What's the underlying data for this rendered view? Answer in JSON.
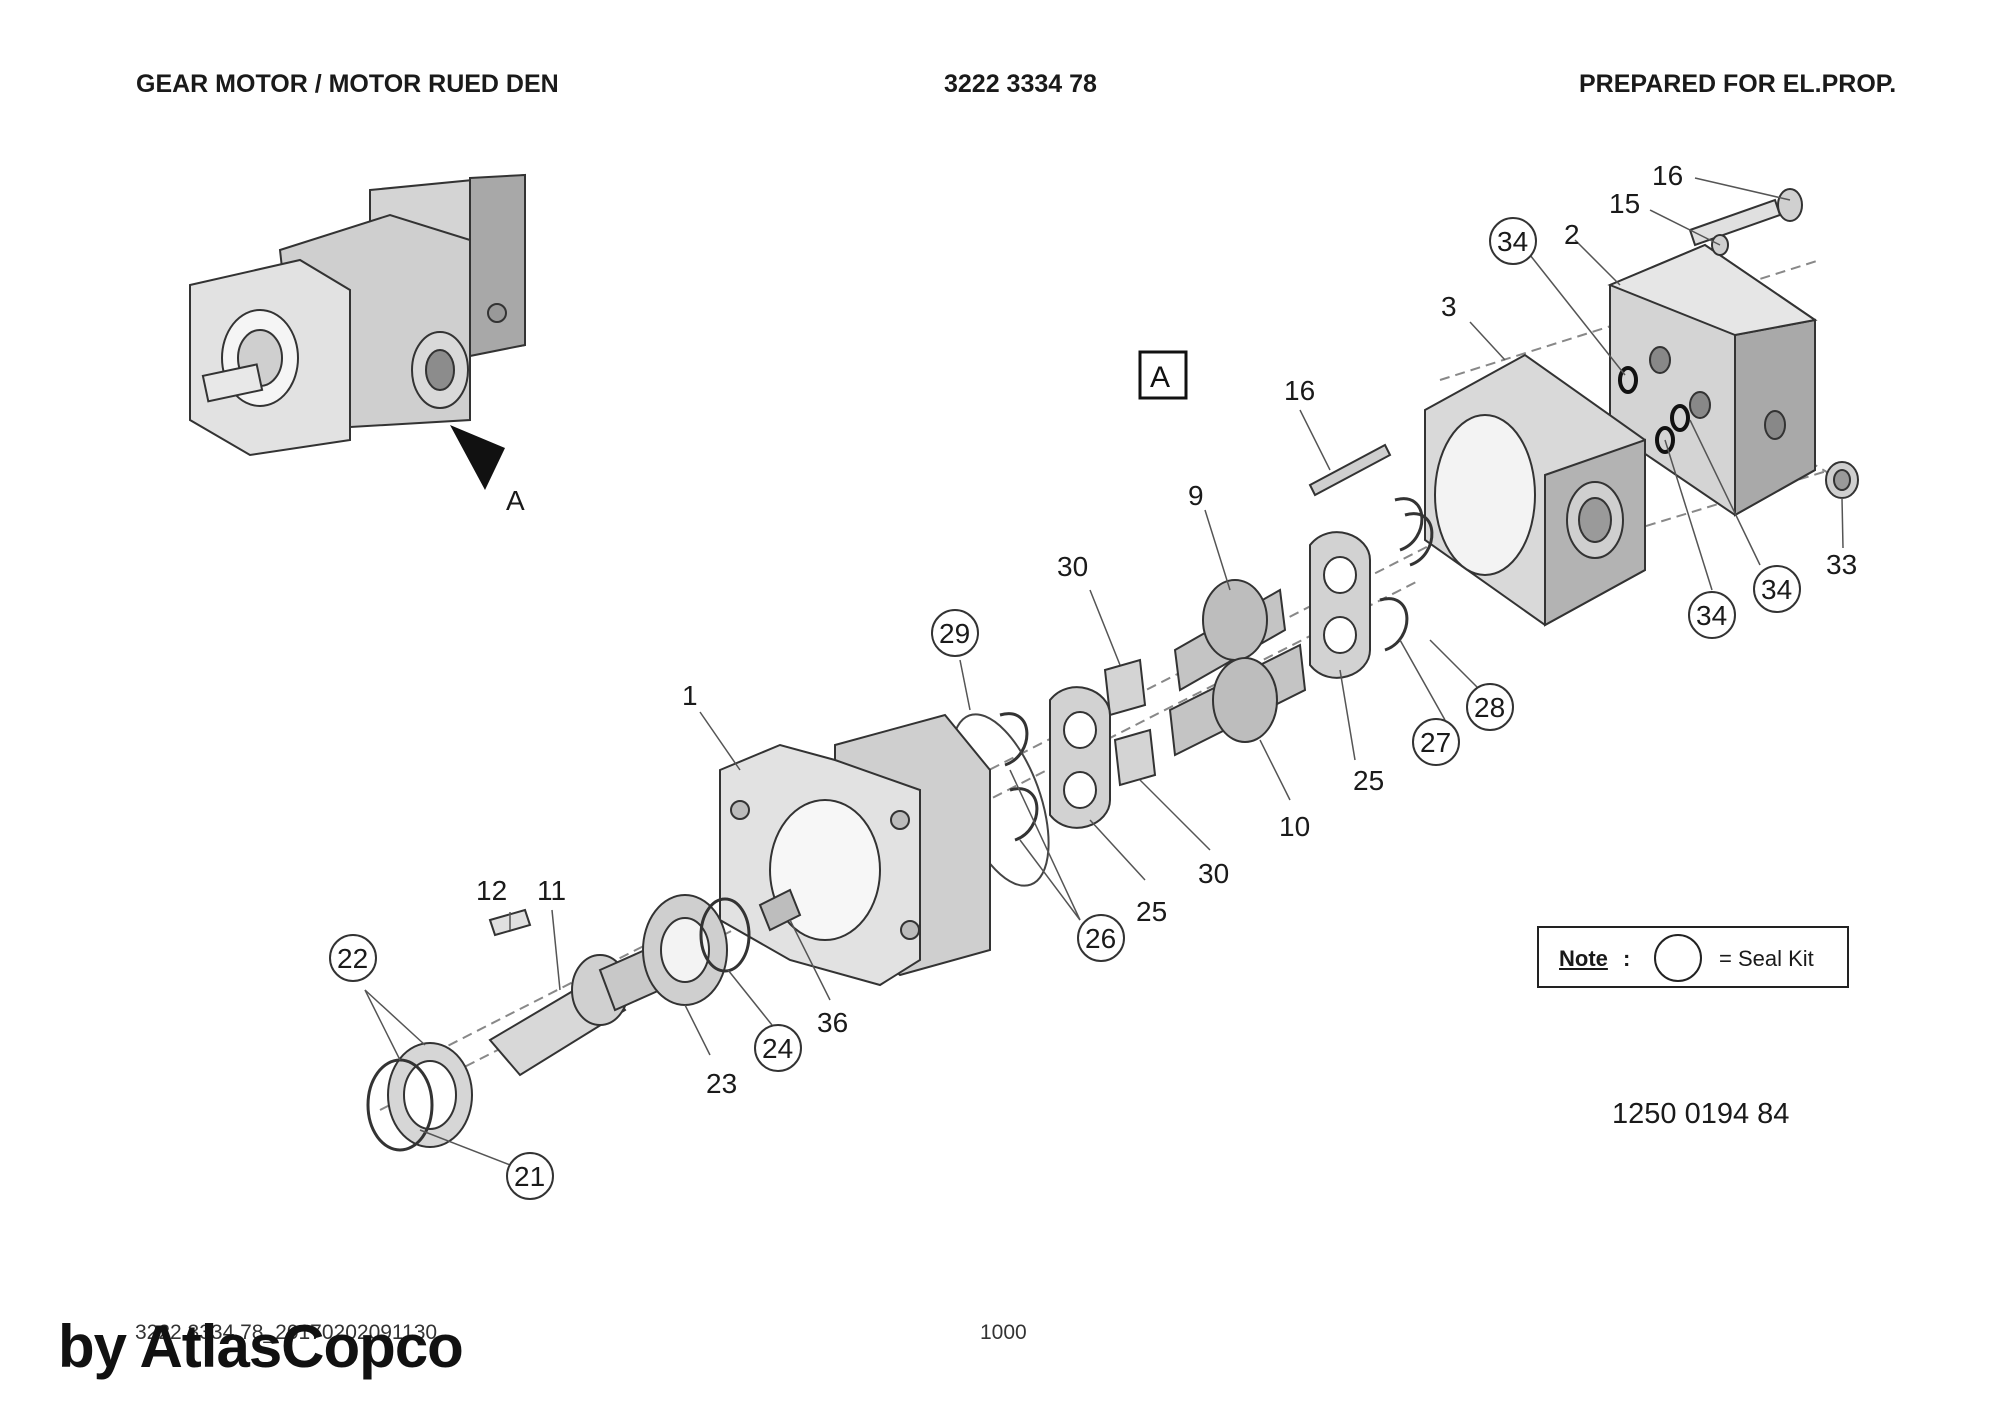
{
  "header": {
    "title": "GEAR MOTOR / MOTOR RUED DEN",
    "part_number": "3222 3334 78",
    "prepared_for": "PREPARED FOR EL.PROP."
  },
  "view_label": "A",
  "arrow_label": "A",
  "callouts": [
    {
      "id": "c16a",
      "label": "16",
      "circled": false
    },
    {
      "id": "c15",
      "label": "15",
      "circled": false
    },
    {
      "id": "c34a",
      "label": "34",
      "circled": true
    },
    {
      "id": "c2",
      "label": "2",
      "circled": false
    },
    {
      "id": "c3",
      "label": "3",
      "circled": false
    },
    {
      "id": "c16b",
      "label": "16",
      "circled": false
    },
    {
      "id": "c9",
      "label": "9",
      "circled": false
    },
    {
      "id": "c30a",
      "label": "30",
      "circled": false
    },
    {
      "id": "c29",
      "label": "29",
      "circled": true
    },
    {
      "id": "c1",
      "label": "1",
      "circled": false
    },
    {
      "id": "c33",
      "label": "33",
      "circled": false
    },
    {
      "id": "c34b",
      "label": "34",
      "circled": true
    },
    {
      "id": "c34c",
      "label": "34",
      "circled": true
    },
    {
      "id": "c28",
      "label": "28",
      "circled": true
    },
    {
      "id": "c27",
      "label": "27",
      "circled": true
    },
    {
      "id": "c25a",
      "label": "25",
      "circled": false
    },
    {
      "id": "c10",
      "label": "10",
      "circled": false
    },
    {
      "id": "c30b",
      "label": "30",
      "circled": false
    },
    {
      "id": "c25b",
      "label": "25",
      "circled": false
    },
    {
      "id": "c26",
      "label": "26",
      "circled": true
    },
    {
      "id": "c12",
      "label": "12",
      "circled": false
    },
    {
      "id": "c11",
      "label": "11",
      "circled": false
    },
    {
      "id": "c22",
      "label": "22",
      "circled": true
    },
    {
      "id": "c36",
      "label": "36",
      "circled": false
    },
    {
      "id": "c24",
      "label": "24",
      "circled": true
    },
    {
      "id": "c23",
      "label": "23",
      "circled": false
    },
    {
      "id": "c21",
      "label": "21",
      "circled": true
    }
  ],
  "note": {
    "label": "Note",
    "colon": ":",
    "text": "= Seal Kit"
  },
  "reference_number": "1250 0194 84",
  "footer": {
    "code": "3222 3334 78_20170202091130",
    "page": "1000"
  },
  "watermark": "by AtlasCopco"
}
